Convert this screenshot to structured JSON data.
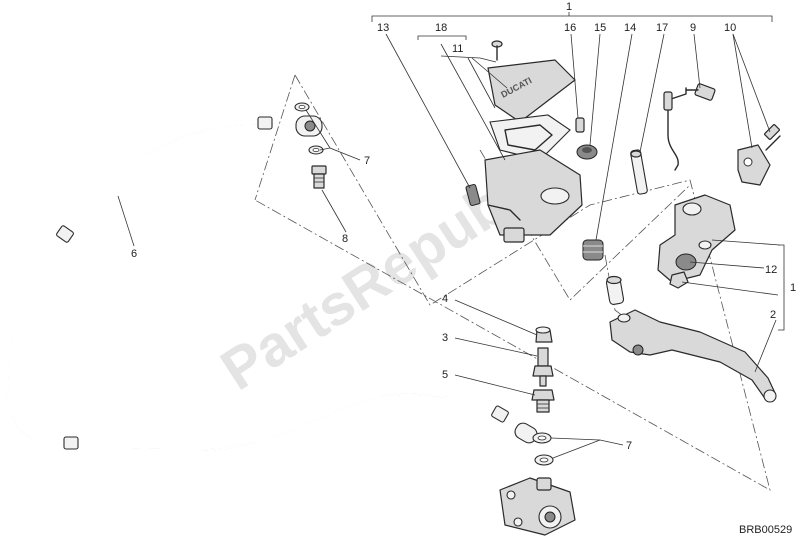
{
  "diagram": {
    "callouts": {
      "c1_top": "1",
      "c1_right": "1",
      "c2": "2",
      "c3": "3",
      "c4": "4",
      "c5": "5",
      "c6": "6",
      "c7_upper": "7",
      "c7_lower": "7",
      "c8": "8",
      "c9": "9",
      "c10": "10",
      "c11": "11",
      "c12": "12",
      "c13": "13",
      "c14": "14",
      "c15": "15",
      "c16": "16",
      "c17": "17",
      "c18": "18"
    },
    "watermark": "PartsRepublik",
    "reservoir_cap_text": "DUCATI",
    "drawing_code": "BRB00529"
  }
}
